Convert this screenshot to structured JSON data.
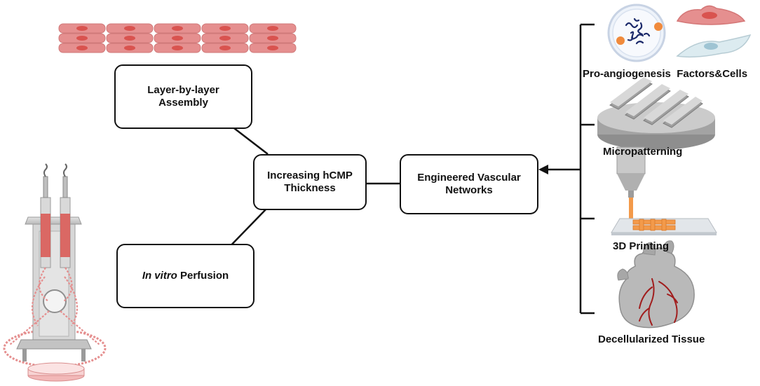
{
  "nodes": {
    "layer_by_layer": {
      "line1": "Layer-by-layer",
      "line2": "Assembly"
    },
    "in_vitro_perfusion": {
      "italic": "In vitro",
      "rest": " Perfusion"
    },
    "increasing_thickness": {
      "line1": "Increasing hCMP",
      "line2": "Thickness"
    },
    "engineered_vascular": {
      "line1": "Engineered Vascular",
      "line2": "Networks"
    }
  },
  "methods": [
    {
      "label": "Pro-angiogenesis  Factors&Cells",
      "icon": "petri-dish-cells-icon"
    },
    {
      "label": "Micropatterning",
      "icon": "micropattern-stamp-icon"
    },
    {
      "label": "3D Printing",
      "icon": "bioprinter-nozzle-icon"
    },
    {
      "label": "Decellularized Tissue",
      "icon": "heart-icon"
    }
  ],
  "colors": {
    "cell_fill": "#e58f8f",
    "cell_nucleus": "#d9534f",
    "bioink": "#f39a4a",
    "endothelial": "#cfe3ea",
    "vessel": "#a11d1d",
    "heart": "#b5b5b5"
  }
}
